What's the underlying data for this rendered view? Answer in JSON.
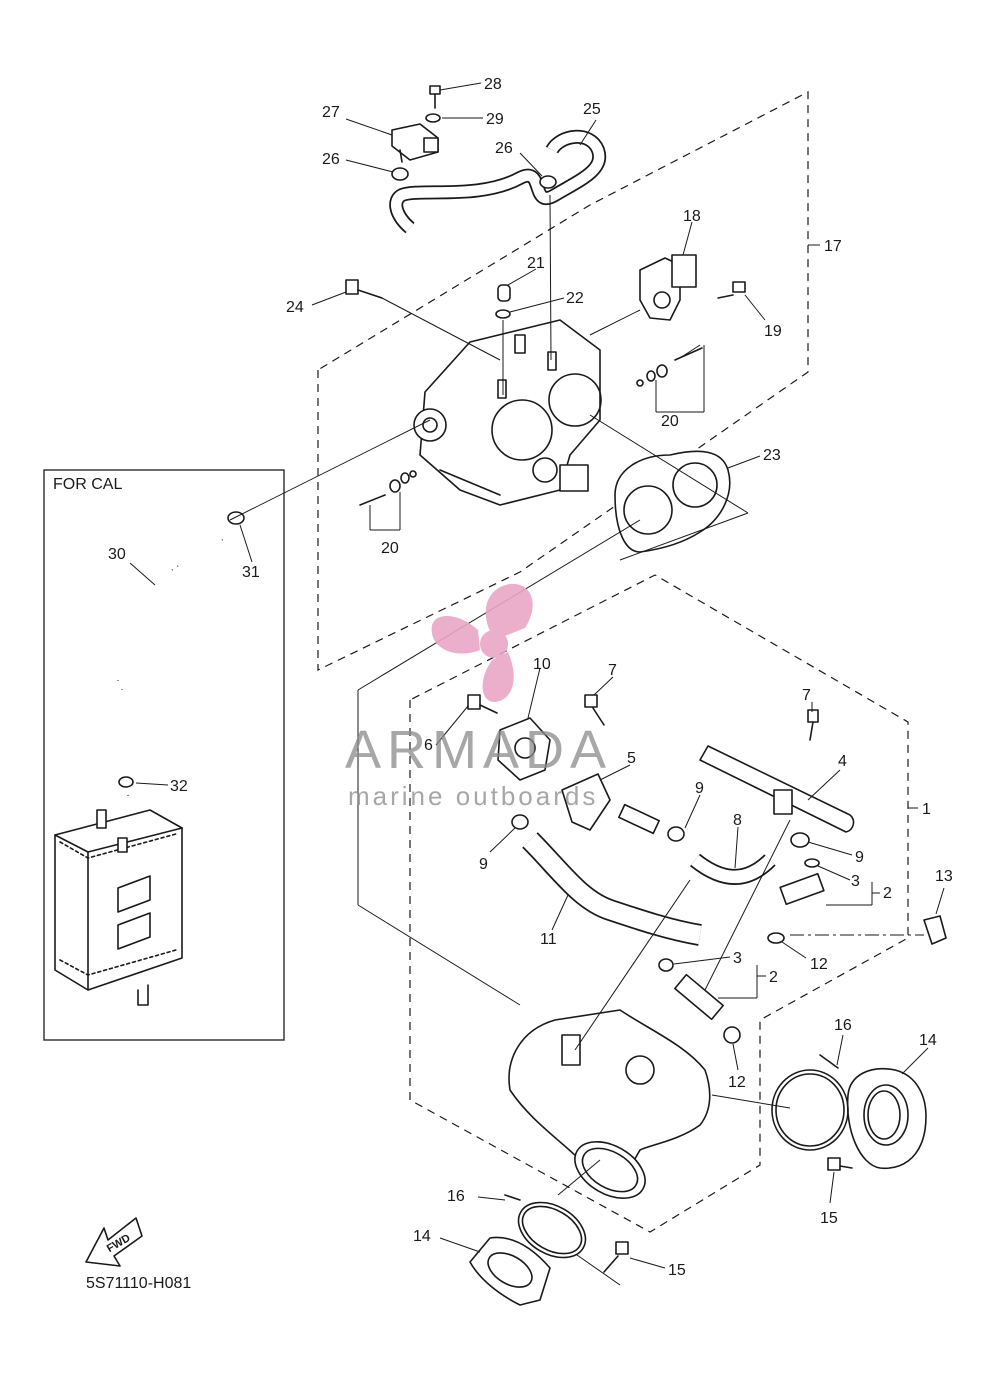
{
  "diagram": {
    "catalog_code": "5S71110-H081",
    "cal_box_label": "FOR CAL",
    "fwd_label": "FWD",
    "watermark": {
      "brand": "ARMADA",
      "tagline": "marine outboards",
      "logo_color": "#e9a6c6"
    },
    "callouts": [
      "1",
      "2",
      "3",
      "4",
      "5",
      "6",
      "7",
      "8",
      "9",
      "10",
      "11",
      "12",
      "13",
      "14",
      "15",
      "16",
      "17",
      "18",
      "19",
      "20",
      "21",
      "22",
      "23",
      "24",
      "25",
      "26",
      "27",
      "28",
      "29",
      "30",
      "31",
      "32"
    ]
  }
}
